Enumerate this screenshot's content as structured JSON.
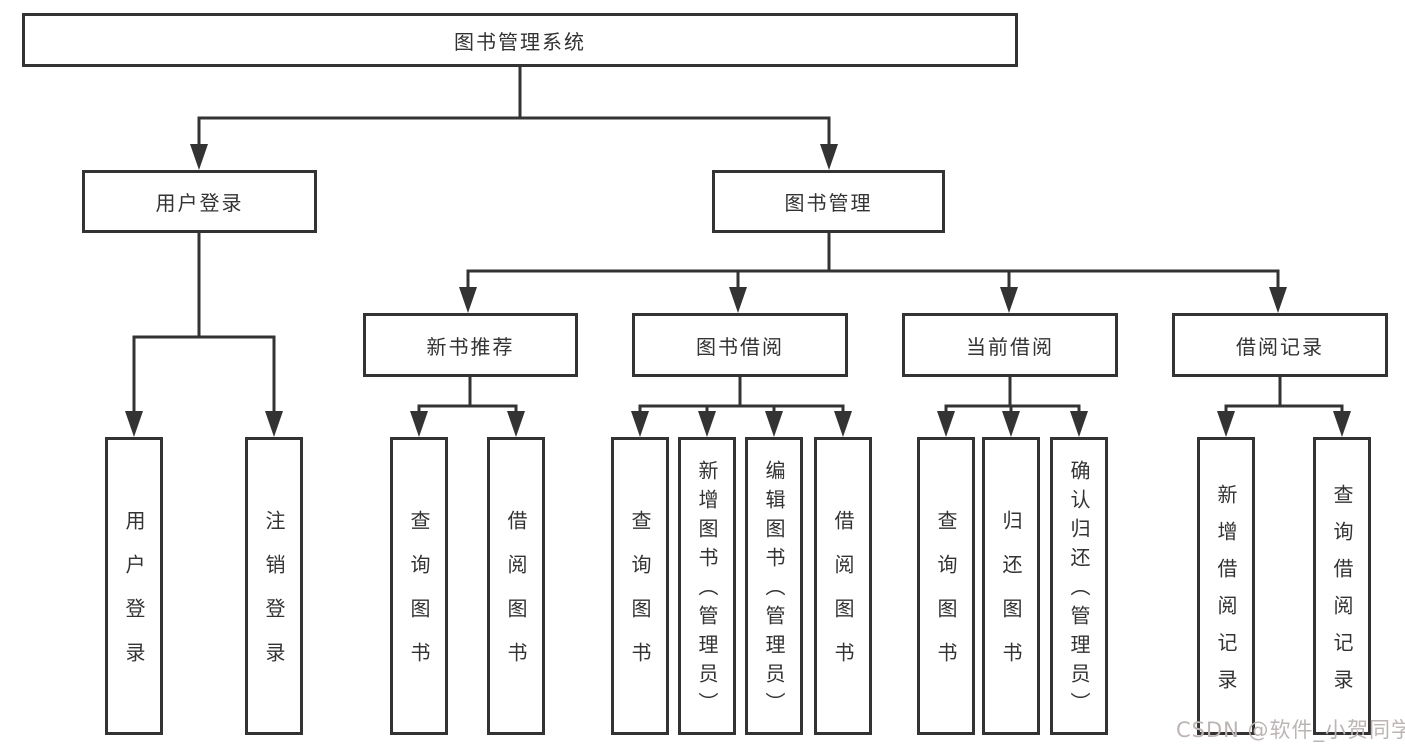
{
  "tree": {
    "label": "图书管理系统",
    "children": [
      {
        "label": "用户登录",
        "children": [
          {
            "label": "用户登录"
          },
          {
            "label": "注销登录"
          }
        ]
      },
      {
        "label": "图书管理",
        "children": [
          {
            "label": "新书推荐",
            "children": [
              {
                "label": "查询图书"
              },
              {
                "label": "借阅图书"
              }
            ]
          },
          {
            "label": "图书借阅",
            "children": [
              {
                "label": "查询图书"
              },
              {
                "label": "新增图书（管理员）"
              },
              {
                "label": "编辑图书（管理员）"
              },
              {
                "label": "借阅图书"
              }
            ]
          },
          {
            "label": "当前借阅",
            "children": [
              {
                "label": "查询图书"
              },
              {
                "label": "归还图书"
              },
              {
                "label": "确认归还（管理员）"
              }
            ]
          },
          {
            "label": "借阅记录",
            "children": [
              {
                "label": "新增借阅记录"
              },
              {
                "label": "查询借阅记录"
              }
            ]
          }
        ]
      }
    ]
  },
  "watermark": {
    "text": "CSDN @软件_小贺同学",
    "color": "#bdb4b4"
  },
  "colors": {
    "line": "#333333",
    "box_border": "#333333",
    "text": "#333333",
    "background": "#ffffff"
  }
}
